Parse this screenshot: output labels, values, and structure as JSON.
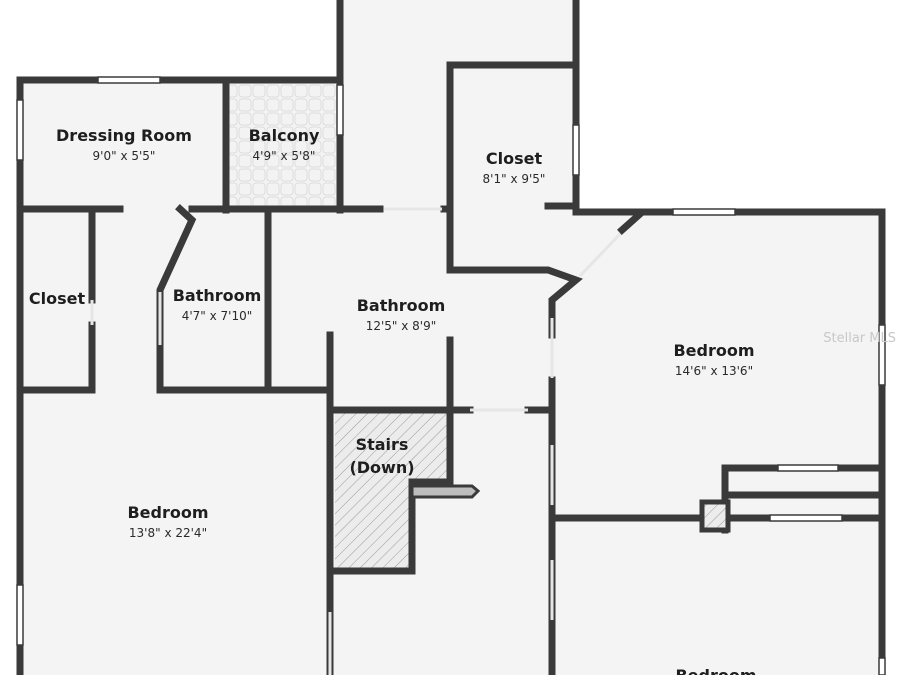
{
  "rooms": {
    "dressing_room": {
      "name": "Dressing Room",
      "dims": "9'0\" x 5'5\""
    },
    "balcony": {
      "name": "Balcony",
      "dims": "4'9\" x 5'8\""
    },
    "closet_top": {
      "name": "Closet",
      "dims": "8'1\" x 9'5\""
    },
    "closet_left": {
      "name": "Closet"
    },
    "bathroom_small": {
      "name": "Bathroom",
      "dims": "4'7\" x 7'10\""
    },
    "bathroom_main": {
      "name": "Bathroom",
      "dims": "12'5\" x 8'9\""
    },
    "bedroom_right": {
      "name": "Bedroom",
      "dims": "14'6\" x 13'6\""
    },
    "stairs": {
      "name_line1": "Stairs",
      "name_line2": "(Down)"
    },
    "bedroom_left": {
      "name": "Bedroom",
      "dims": "13'8\" x 22'4\""
    },
    "bedroom_bottom": {
      "name": "Bedroom"
    }
  },
  "watermark": "Stellar MLS",
  "colors": {
    "wall": "#3a3a3a",
    "floor": "#f4f4f4",
    "background": "#ffffff",
    "window": "#d9d9d9"
  }
}
